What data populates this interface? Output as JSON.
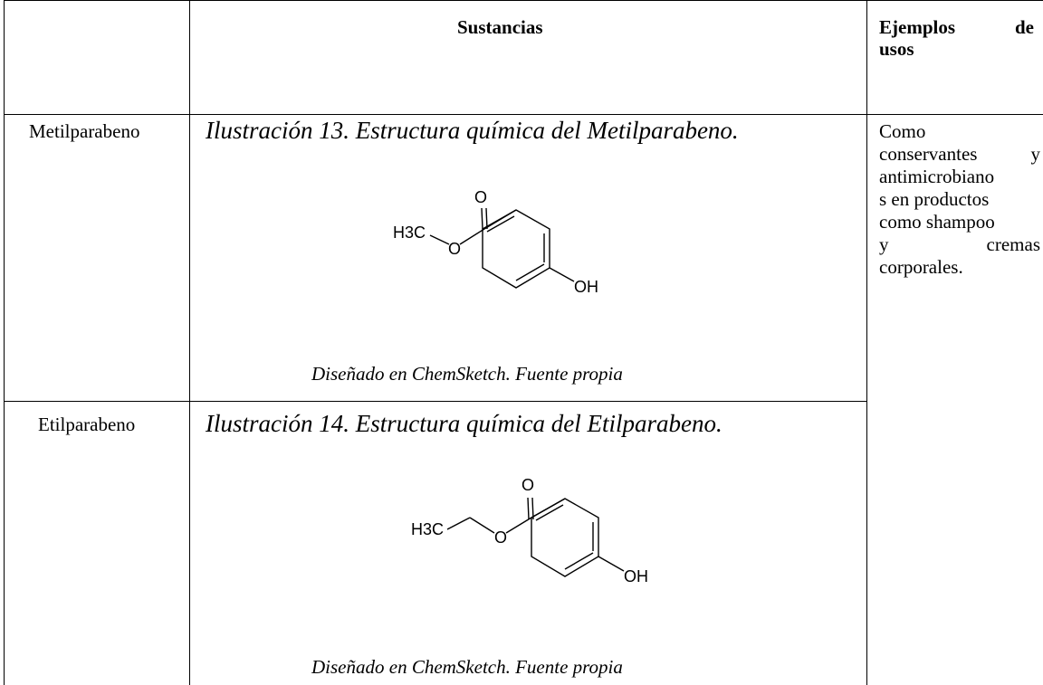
{
  "table": {
    "header": {
      "substances": "Sustancias",
      "uses_line1_a": "Ejemplos",
      "uses_line1_b": "de",
      "uses_line2": "usos"
    },
    "rows": [
      {
        "name": "Metilparabeno",
        "caption": "Ilustración 13. Estructura química del Metilparabeno.",
        "credit": "Diseñado en ChemSketch. Fuente propia",
        "structure": {
          "left_group": "H3C",
          "oxygen_label": "O",
          "carbonyl_label": "O",
          "hydroxyl_label": "OH"
        }
      },
      {
        "name": "Etilparabeno",
        "caption": "Ilustración 14. Estructura química del Etilparabeno.",
        "credit": "Diseñado en ChemSketch. Fuente propia",
        "structure": {
          "left_group": "H3C",
          "oxygen_label": "O",
          "carbonyl_label": "O",
          "hydroxyl_label": "OH"
        }
      }
    ],
    "uses_text": {
      "l1": "Como",
      "l2a": "conservantes",
      "l2b": "y",
      "l3": "antimicrobiano",
      "l4": "s en productos",
      "l5": "como shampoo",
      "l6a": "y",
      "l6b": "cremas",
      "l7": "corporales."
    }
  }
}
